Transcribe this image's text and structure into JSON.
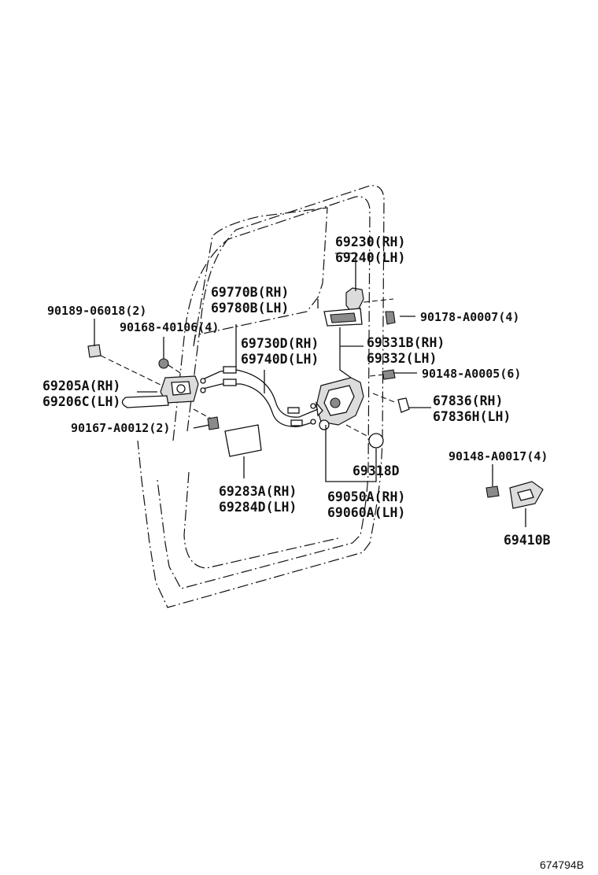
{
  "labels": {
    "p69230": "69230(RH)",
    "p69240": "69240(LH)",
    "p69770b": "69770B(RH)",
    "p69780b": "69780B(LH)",
    "p90189": "90189-06018(2)",
    "p90168": "90168-40106(4)",
    "p90178": "90178-A0007(4)",
    "p69730d": "69730D(RH)",
    "p69740d": "69740D(LH)",
    "p69331b": "69331B(RH)",
    "p69332": "69332(LH)",
    "p90148_5": "90148-A0005(6)",
    "p69205a": "69205A(RH)",
    "p69206c": "69206C(LH)",
    "p67836": "67836(RH)",
    "p67836h": "67836H(LH)",
    "p90167": "90167-A0012(2)",
    "p69318d": "69318D",
    "p90148_17": "90148-A0017(4)",
    "p69283a": "69283A(RH)",
    "p69284d": "69284D(LH)",
    "p69050a": "69050A(RH)",
    "p69060a": "69060A(LH)",
    "p69410b": "69410B",
    "diagram_code": "674794B"
  }
}
